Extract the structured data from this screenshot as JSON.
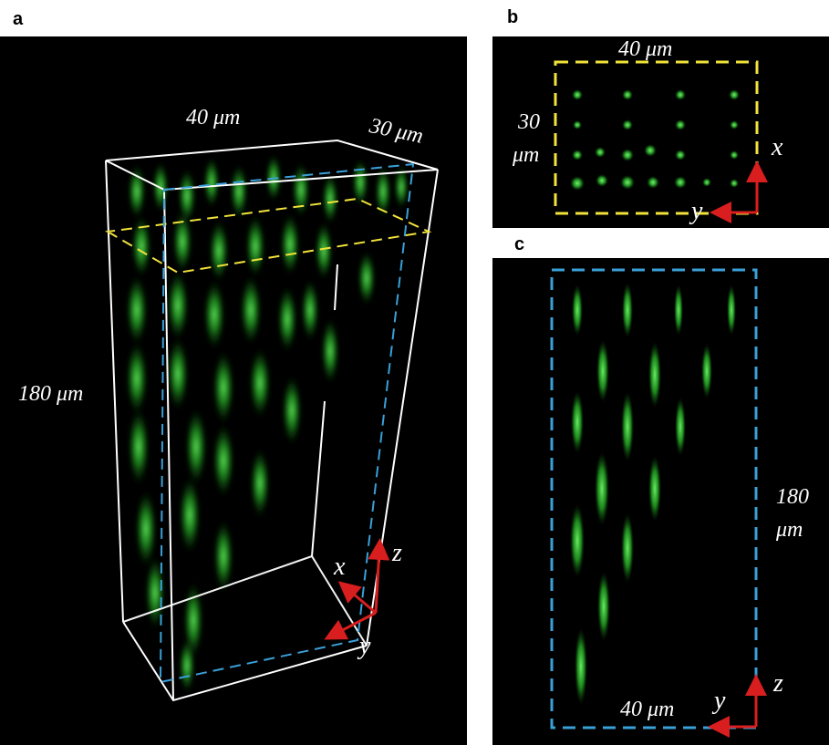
{
  "panels": {
    "a": {
      "letter": "a",
      "width_label": "40 μm",
      "depth_label": "30 μm",
      "height_label": "180 μm",
      "axis_x": "x",
      "axis_y": "y",
      "axis_z": "z"
    },
    "b": {
      "letter": "b",
      "width_label": "40 μm",
      "height_label_line1": "30",
      "height_label_line2": "μm",
      "axis_x": "x",
      "axis_y": "y"
    },
    "c": {
      "letter": "c",
      "width_label": "40 μm",
      "height_label_line1": "180",
      "height_label_line2": "μm",
      "axis_y": "y",
      "axis_z": "z"
    }
  },
  "colors": {
    "background": "#000000",
    "box_outline": "#ffffff",
    "xy_plane": "#f2e33a",
    "yz_plane": "#3aa0d8",
    "axes": "#d81e1e",
    "foci": "#35d235"
  }
}
